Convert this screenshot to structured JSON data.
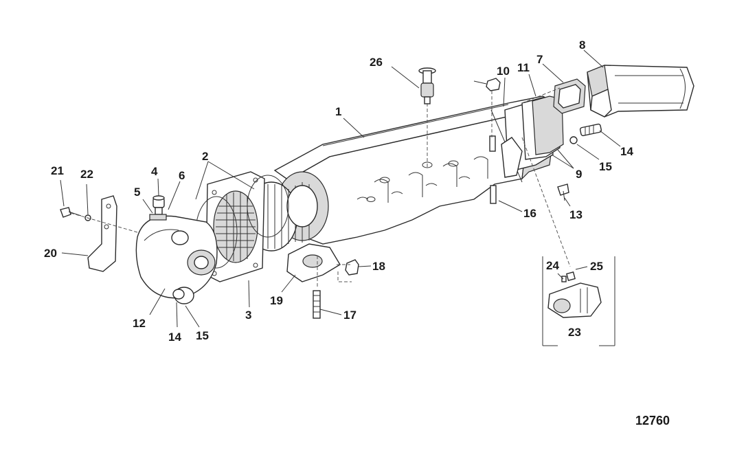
{
  "callouts": [
    {
      "id": "c1",
      "label": "1"
    },
    {
      "id": "c2",
      "label": "2"
    },
    {
      "id": "c3",
      "label": "3"
    },
    {
      "id": "c4",
      "label": "4"
    },
    {
      "id": "c5",
      "label": "5"
    },
    {
      "id": "c6",
      "label": "6"
    },
    {
      "id": "c7",
      "label": "7"
    },
    {
      "id": "c8",
      "label": "8"
    },
    {
      "id": "c9",
      "label": "9"
    },
    {
      "id": "c10",
      "label": "10"
    },
    {
      "id": "c11",
      "label": "11"
    },
    {
      "id": "c12",
      "label": "12"
    },
    {
      "id": "c13",
      "label": "13"
    },
    {
      "id": "c14a",
      "label": "14"
    },
    {
      "id": "c14b",
      "label": "14"
    },
    {
      "id": "c15a",
      "label": "15"
    },
    {
      "id": "c15b",
      "label": "15"
    },
    {
      "id": "c16",
      "label": "16"
    },
    {
      "id": "c17",
      "label": "17"
    },
    {
      "id": "c18",
      "label": "18"
    },
    {
      "id": "c19",
      "label": "19"
    },
    {
      "id": "c20",
      "label": "20"
    },
    {
      "id": "c21",
      "label": "21"
    },
    {
      "id": "c22",
      "label": "22"
    },
    {
      "id": "c23",
      "label": "23"
    },
    {
      "id": "c24",
      "label": "24"
    },
    {
      "id": "c25",
      "label": "25"
    },
    {
      "id": "c26",
      "label": "26"
    }
  ],
  "figure_number": "12760"
}
